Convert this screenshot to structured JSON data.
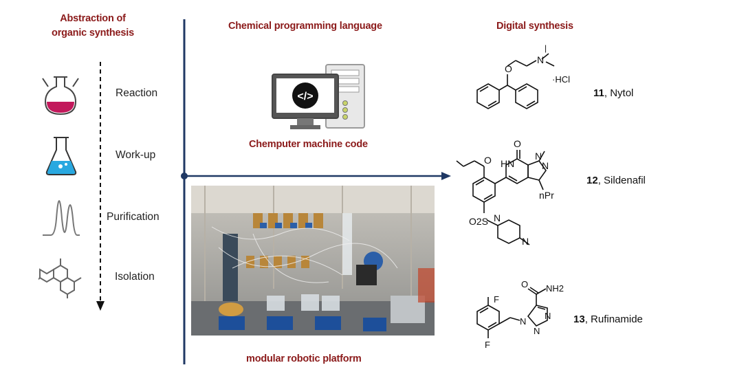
{
  "left_panel": {
    "title_line1": "Abstraction of",
    "title_line2": "organic synthesis",
    "steps": [
      {
        "label": "Reaction",
        "icon": "round-bottom-flask-icon"
      },
      {
        "label": "Work-up",
        "icon": "erlenmeyer-flask-icon"
      },
      {
        "label": "Purification",
        "icon": "chromatogram-peaks-icon"
      },
      {
        "label": "Isolation",
        "icon": "molecule-structure-icon"
      }
    ]
  },
  "center_panel": {
    "title": "Chemical programming language",
    "computer_caption": "Chemputer machine code",
    "photo_caption": "modular robotic platform"
  },
  "right_panel": {
    "title": "Digital synthesis",
    "compounds": [
      {
        "number": "11",
        "name": ", Nytol",
        "salt": "·HCl"
      },
      {
        "number": "12",
        "name": ", Sildenafil",
        "substituent": "nPr",
        "sulfonyl": "O2S",
        "lactam": "HN"
      },
      {
        "number": "13",
        "name": ", Rufinamide",
        "amide": "NH2"
      }
    ]
  },
  "colors": {
    "title_red": "#8b1a1a",
    "axis_navy": "#1f3864",
    "flask_magenta": "#c2185b",
    "flask_blue": "#29a8e0"
  }
}
